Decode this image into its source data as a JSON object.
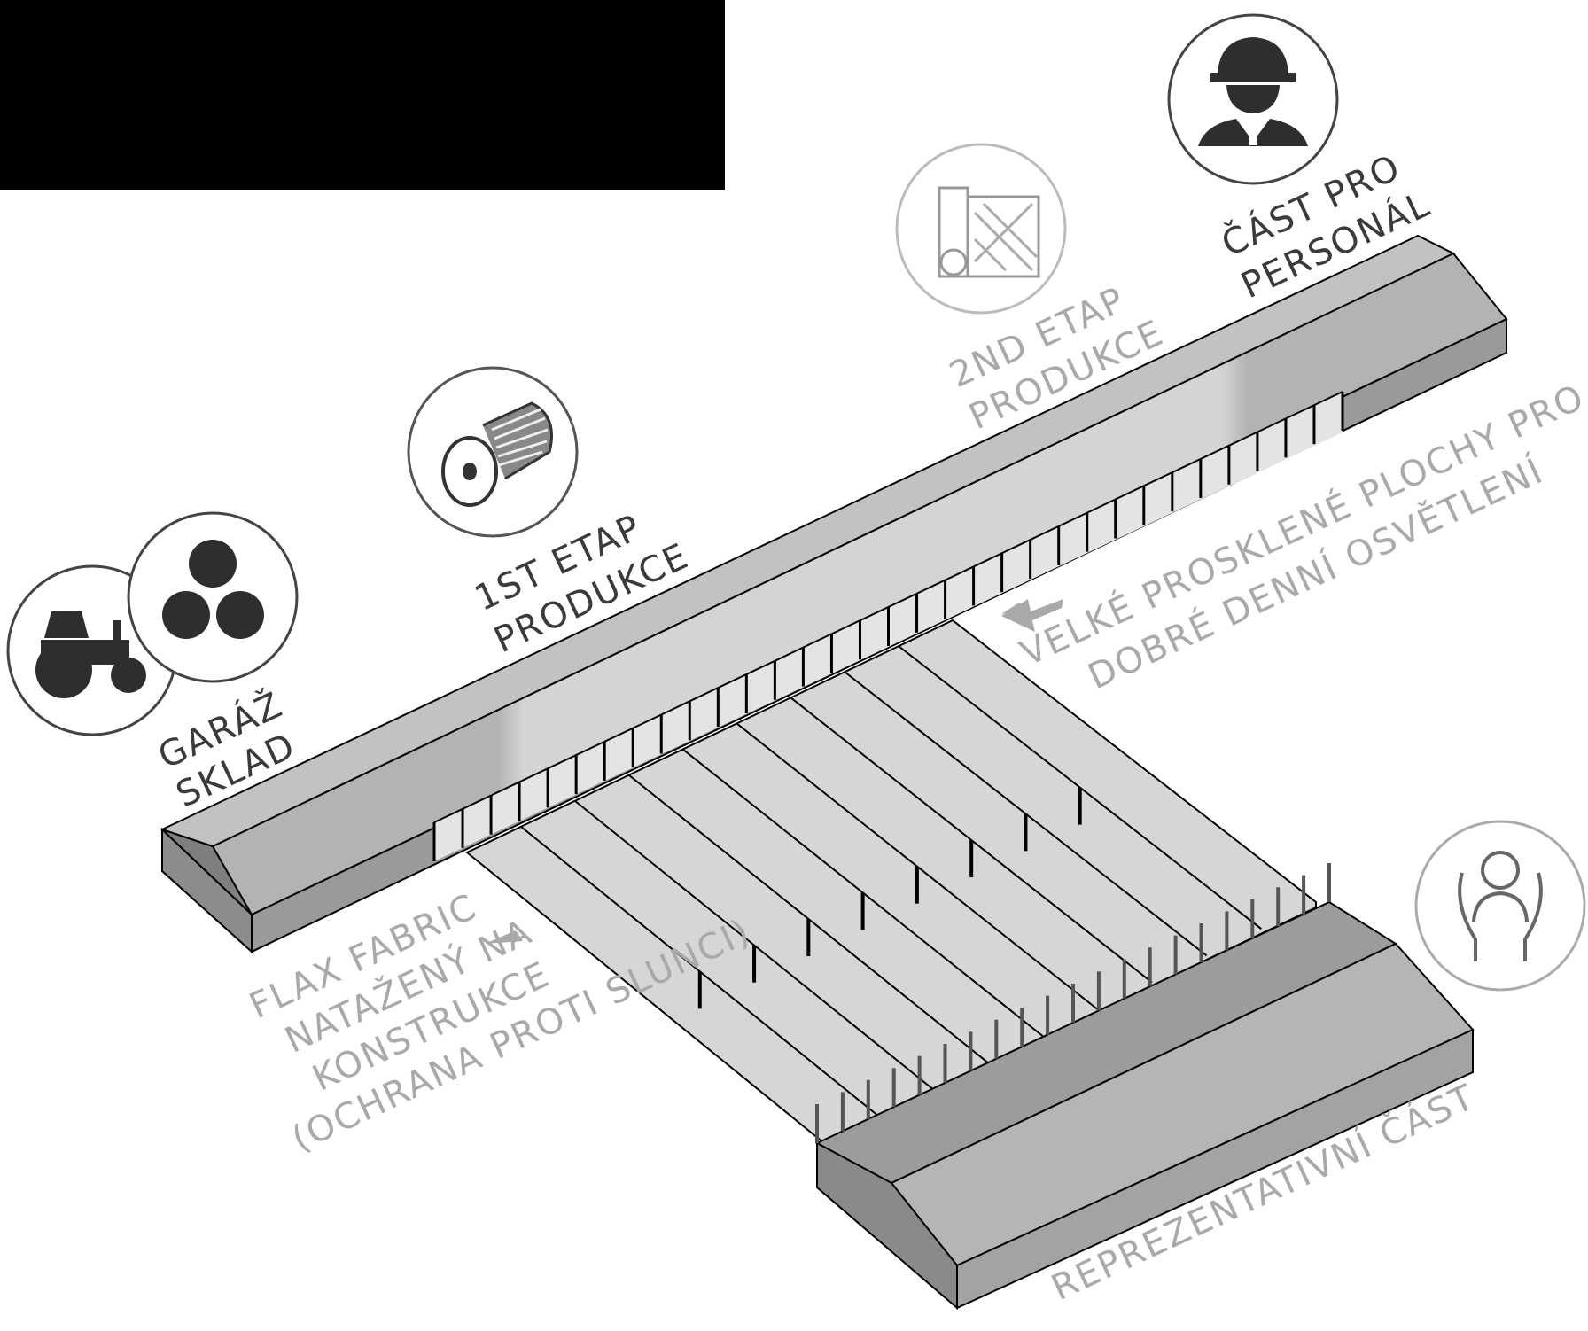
{
  "labels": {
    "garage_line1": "GARÁŽ",
    "garage_line2": "SKLAD",
    "etap1_line1": "1ST ETAP",
    "etap1_line2": "PRODUKCE",
    "etap2_line1": "2ND ETAP",
    "etap2_line2": "PRODUKCE",
    "staff_line1": "ČÁST PRO",
    "staff_line2": "PERSONÁL",
    "glazing_line1": "VELKÉ PROSKLENÉ PLOCHY PRO",
    "glazing_line2": "DOBRÉ DENNÍ OSVĚTLENÍ",
    "fabric_line1": "FLAX FABRIC",
    "fabric_line2": "NATAŽENÝ NA",
    "fabric_line3": "KONSTRUKCE",
    "fabric_line4": "(OCHRANA PROTI SLUNCI)",
    "representative": "REPREZENTATIVNÍ ČÁST"
  },
  "icons": [
    "tractor-icon",
    "bales-icon",
    "thread-spool-icon",
    "fabric-roll-icon",
    "worker-icon",
    "hands-person-icon"
  ],
  "colors": {
    "building_top": "#b9b9b9",
    "building_side": "#9f9f9f",
    "building_front": "#8c8c8c",
    "glazed_zone": "#d0d0d0",
    "canopy": "#d6d6d6",
    "dark_label": "#3a3a3a",
    "light_label": "#a9a9a9",
    "redacted_block": "#000000"
  }
}
